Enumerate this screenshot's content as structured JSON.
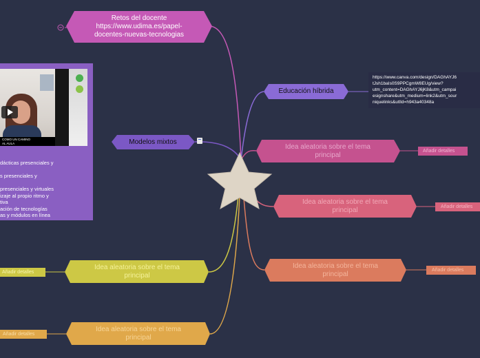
{
  "colors": {
    "background": "#2b3147",
    "retos": "#c559b6",
    "educacion": "#8a6bd6",
    "modelos": "#7b58c5",
    "idea_magenta": "#c5528f",
    "idea_pink": "#d8637c",
    "idea_orange": "#db7b5e",
    "idea_yellow": "#cdc845",
    "idea_amber": "#e0a84a",
    "star": "#ded5c6"
  },
  "nodes": {
    "retos": {
      "line1": "Retos del docente",
      "line2": "https://www.udima.es/papel-",
      "line3": "docentes-nuevas-tecnologias"
    },
    "educacion": {
      "label": "Educación híbrida"
    },
    "modelos": {
      "label": "Modelos mixtos"
    },
    "idea_1": {
      "line1": "Idea aleatoria sobre el tema",
      "line2": "principal"
    },
    "idea_2": {
      "line1": "Idea aleatoria sobre el tema",
      "line2": "principal"
    },
    "idea_3": {
      "line1": "Idea aleatoria sobre el tema",
      "line2": "principal"
    },
    "idea_4": {
      "line1": "Idea aleatoria sobre el tema",
      "line2": "principal"
    },
    "idea_5": {
      "line1": "Idea aleatoria sobre el tema",
      "line2": "principal"
    }
  },
  "details": {
    "d1": "Añadir detalles",
    "d2": "Añadir detalles",
    "d3": "Añadir detalles",
    "d4": "Añadir detalles",
    "d5": "Añadir detalles"
  },
  "url_note": {
    "lines": [
      "https://www.canva.com/design/DAGhAYJ6",
      "tJsh1baIs0S9PPCgmW8EUg/view?",
      "utm_content=DAGhAYJ6jK8&utm_campai",
      "esignshare&utm_medium=link2&utm_sour",
      "niquelinks&utlId=h943a40348a"
    ]
  },
  "panel": {
    "video_caption_1": "COMO UN CAMINO",
    "video_caption_2": "AL AULA",
    "text_lines": [
      "dácticas presenciales y",
      "",
      "s presenciales y",
      "",
      "presenciales y virtuales",
      "izaje al propio ritmo y",
      "tiva",
      "ación de tecnologías",
      "as y módulos en línea"
    ]
  }
}
